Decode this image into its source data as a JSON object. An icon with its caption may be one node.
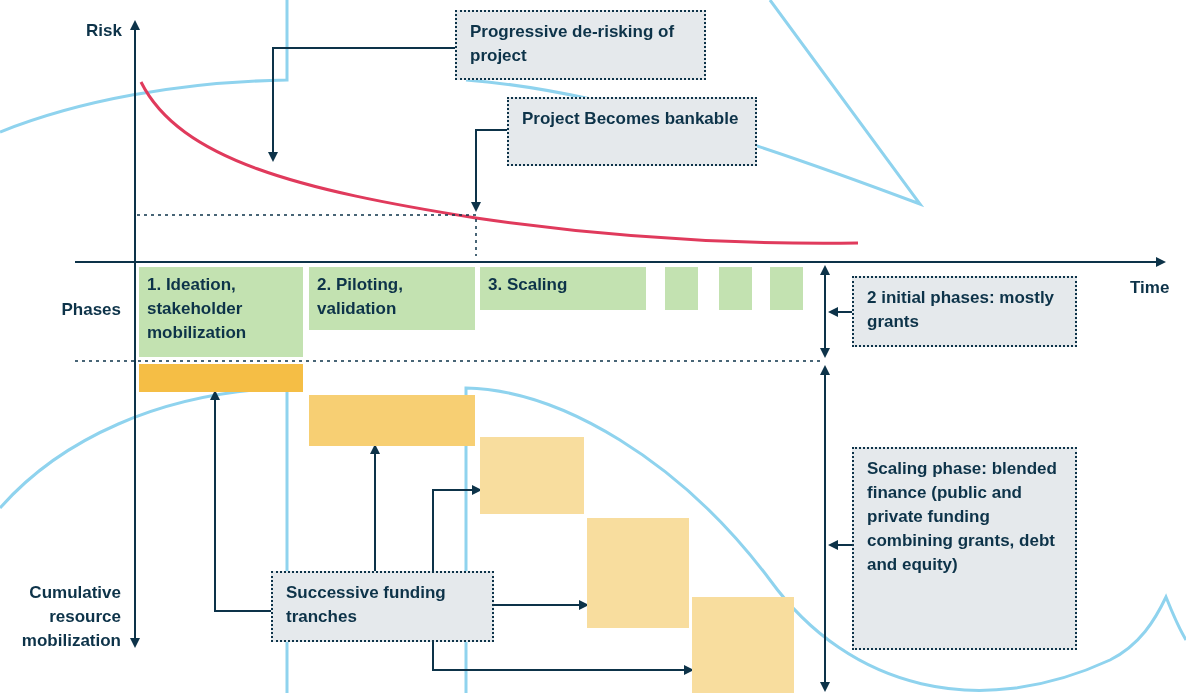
{
  "diagram": {
    "nodes": [
      {
        "text": [
          "Progressive de-risking of project"
        ]
      },
      {
        "text": [
          "Project Becomes bankable"
        ]
      },
      {
        "text": [
          "1. Ideation, stakeholder mobilization"
        ]
      },
      {
        "text": [
          "2. Piloting, validation"
        ]
      },
      {
        "text": [
          "3. Scaling"
        ]
      },
      {
        "text": [],
        "shape": "box"
      },
      {
        "text": [],
        "shape": "box"
      },
      {
        "text": [],
        "shape": "box"
      },
      {
        "text": [
          "2 initial phases: mostly grants"
        ]
      },
      {
        "text": [],
        "shape": "box"
      },
      {
        "text": [],
        "shape": "box"
      },
      {
        "text": [],
        "shape": "box"
      },
      {
        "text": [],
        "shape": "box"
      },
      {
        "text": [],
        "shape": "box"
      },
      {
        "text": [
          "Successive funding tranches"
        ]
      },
      {
        "text": [
          "Scaling phase: blended finance (public and private funding combining grants, debt and equity)"
        ]
      }
    ],
    "edges": [
      {
        "from": 0,
        "to": null,
        "arrow": "to"
      },
      {
        "from": 1,
        "to": null,
        "arrow": "to"
      },
      {
        "from": 14,
        "to": 9,
        "arrow": "to"
      },
      {
        "from": 14,
        "to": 10,
        "arrow": "to"
      },
      {
        "from": 14,
        "to": 11,
        "arrow": "to"
      },
      {
        "from": 14,
        "to": 12,
        "arrow": "to"
      },
      {
        "from": 14,
        "to": 13,
        "arrow": "to"
      },
      {
        "from": 8,
        "to": null,
        "arrow": "to"
      },
      {
        "from": 15,
        "to": null,
        "arrow": "to"
      }
    ],
    "labels": [
      "Risk",
      "Time",
      "Phases",
      "Cumulative resource mobilization"
    ]
  }
}
